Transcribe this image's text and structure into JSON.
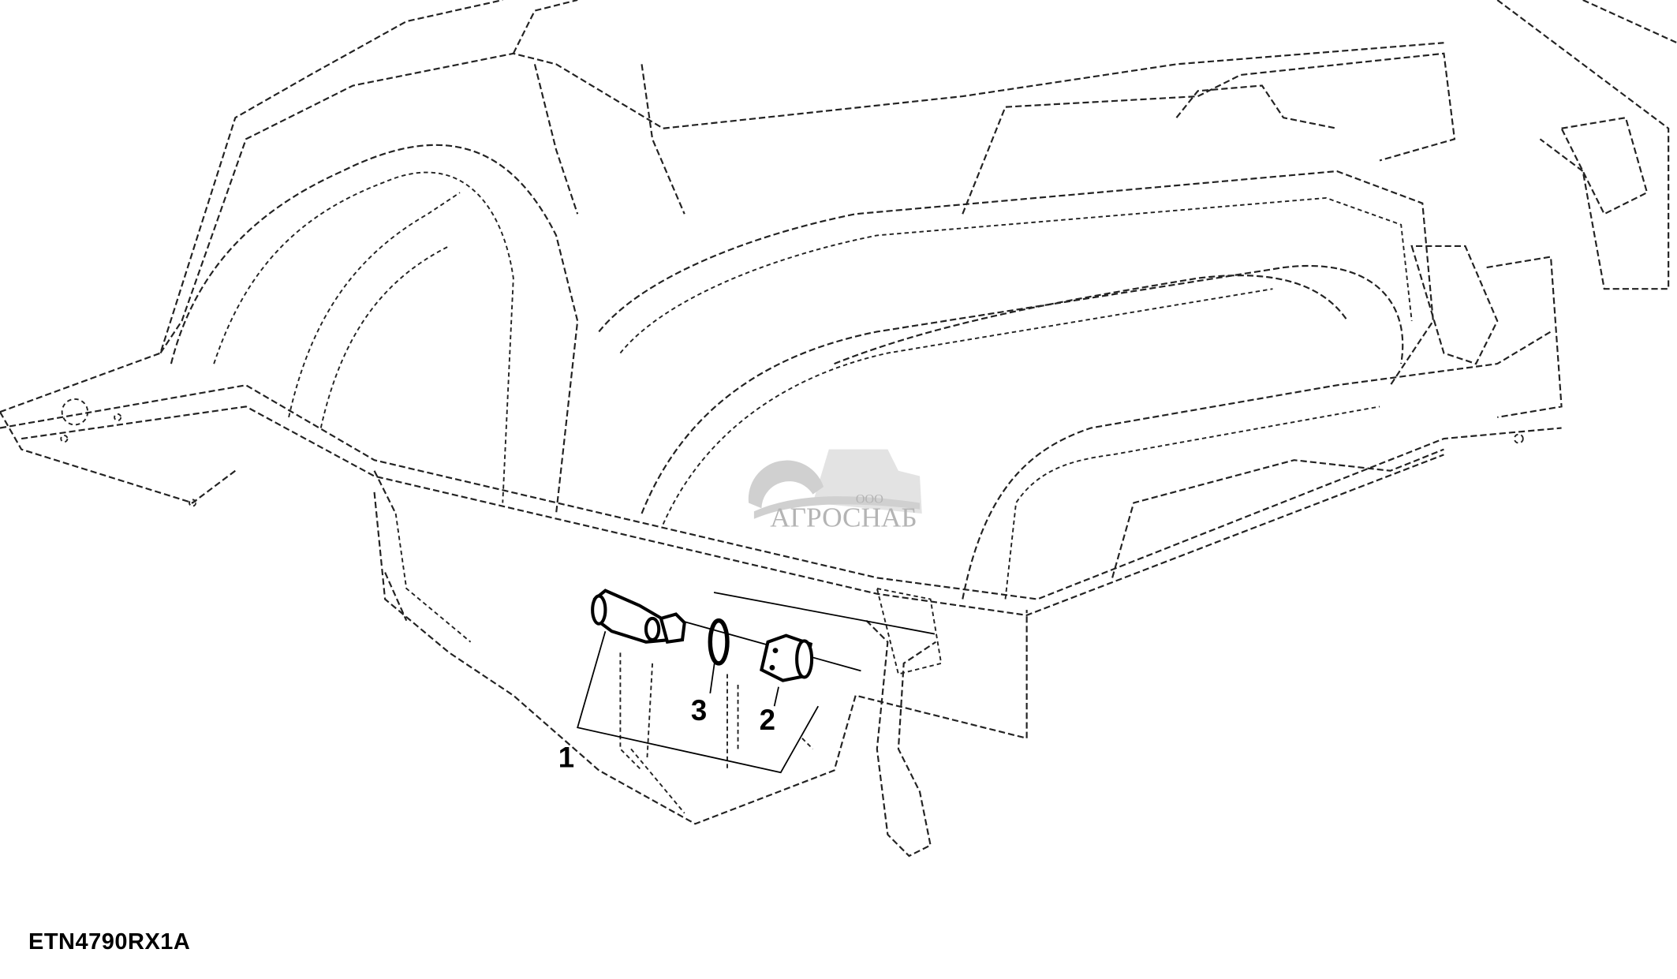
{
  "figure_id": "ETN4790RX1A",
  "callouts": [
    {
      "number": "1",
      "part": "fitting"
    },
    {
      "number": "2",
      "part": "cap"
    },
    {
      "number": "3",
      "part": "o-ring"
    }
  ],
  "watermark": {
    "prefix": "ООО",
    "brand": "АГРОСНАБ"
  }
}
